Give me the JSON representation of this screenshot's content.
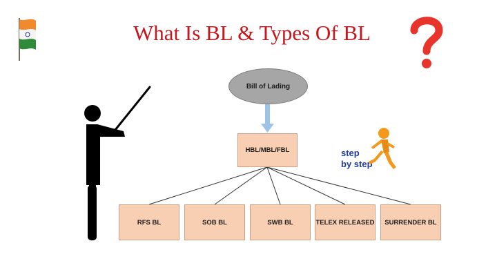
{
  "title": "What Is BL & Types Of BL",
  "diagram": {
    "root": "Bill of Lading",
    "middle": "HBL/MBL/FBL",
    "leaves": [
      "RFS BL",
      "SOB BL",
      "SWB BL",
      "TELEX RELEASED",
      "SURRENDER BL"
    ]
  },
  "badge": {
    "line1": "step",
    "line2": "by step"
  },
  "colors": {
    "title": "#c8161d",
    "box_fill": "#f9cfb3",
    "ellipse_fill": "#a6a6a6",
    "arrow": "#9dc3e6",
    "question_mark": "#e8342a",
    "walker": "#f39a1e",
    "step_text": "#1f3c9c"
  },
  "icons": {
    "flag": "india-flag-icon",
    "question": "question-mark-icon",
    "teacher": "teacher-pointer-icon",
    "walker": "walking-figure-icon"
  }
}
